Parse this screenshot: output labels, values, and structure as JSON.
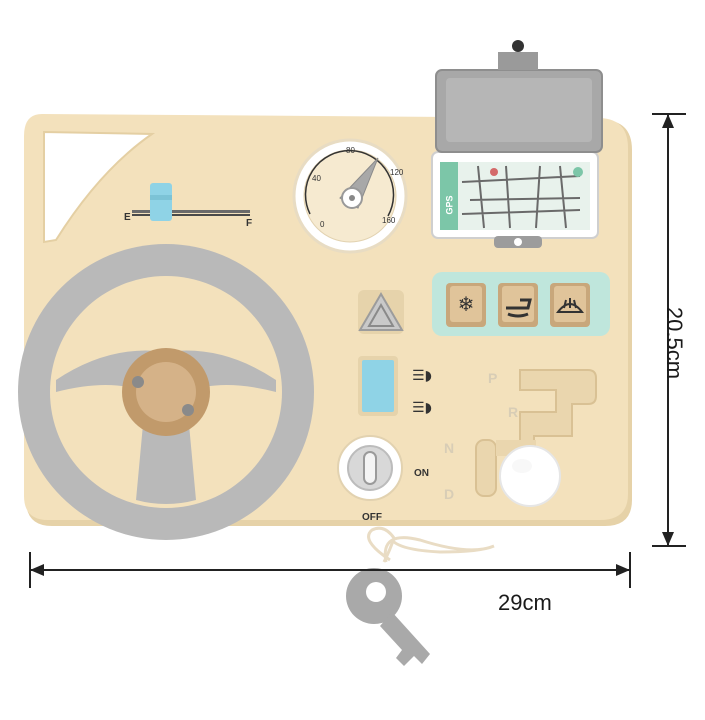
{
  "dimensions": {
    "width_label": "29cm",
    "height_label": "20.5cm"
  },
  "slider": {
    "left_label": "E",
    "right_label": "F"
  },
  "gauge": {
    "ticks": [
      "0",
      "40",
      "80",
      "120",
      "160"
    ]
  },
  "gps": {
    "label": "GPS"
  },
  "ignition": {
    "on_label": "ON",
    "off_label": "OFF"
  },
  "gear_shift": {
    "positions": [
      "P",
      "R",
      "N",
      "D"
    ]
  },
  "climate_buttons": [
    "snowflake-icon",
    "seat-heat-icon",
    "defrost-icon"
  ],
  "colors": {
    "wood": "#f2dfb8",
    "grey": "#b9b9b9",
    "mint": "#bfe6dc",
    "blue": "#8fd3e6"
  }
}
